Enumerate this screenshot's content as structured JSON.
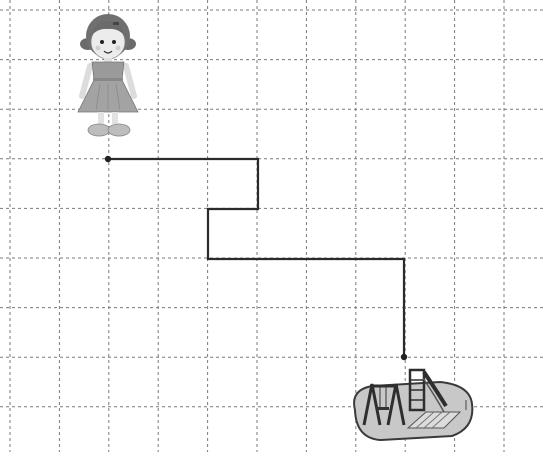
{
  "grid": {
    "columns": 11,
    "rows": 9,
    "line_color": "#7a7a7a",
    "line_style": "dashed"
  },
  "path": {
    "color": "#2b2b2b",
    "description_steps": [
      {
        "dir": "right",
        "units": 3
      },
      {
        "dir": "down",
        "units": 1
      },
      {
        "dir": "left",
        "units": 1
      },
      {
        "dir": "down",
        "units": 1
      },
      {
        "dir": "right",
        "units": 4
      },
      {
        "dir": "down",
        "units": 2
      }
    ]
  },
  "characters": {
    "girl": {
      "icon": "girl-icon",
      "skin": "#e8e8e8",
      "dress": "#9a9a9a",
      "hair": "#6b6b6b"
    },
    "playground": {
      "icon": "playground-icon",
      "ground": "#c8c8c8",
      "equipment": "#3a3a3a"
    }
  }
}
